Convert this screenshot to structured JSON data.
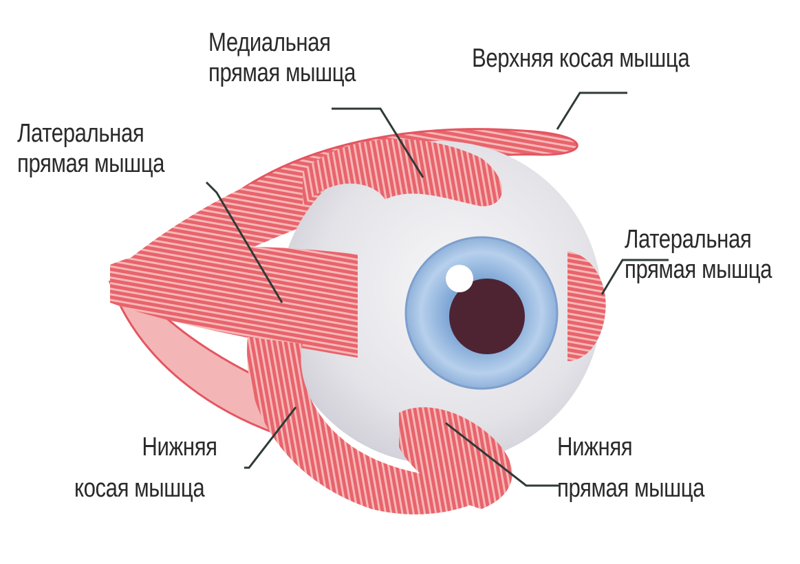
{
  "labels": {
    "medial_rectus": [
      "Медиальная",
      "прямая мышца"
    ],
    "superior_oblique": "Верхняя косая мышца",
    "lateral_rectus_left": [
      "Латеральная",
      "прямая мышца"
    ],
    "lateral_rectus_right": [
      "Латеральная",
      "прямая мышца"
    ],
    "inferior_oblique": [
      "Нижняя",
      "косая мышца"
    ],
    "inferior_rectus": [
      "Нижняя",
      "прямая мышца"
    ]
  },
  "colors": {
    "muscle": "#e8646c",
    "muscle_light": "#f6b3b3",
    "sclera": "#e9e9ec",
    "iris": "#a9c6e6",
    "pupil": "#4e2433",
    "leader_line": "#2e3a36"
  }
}
